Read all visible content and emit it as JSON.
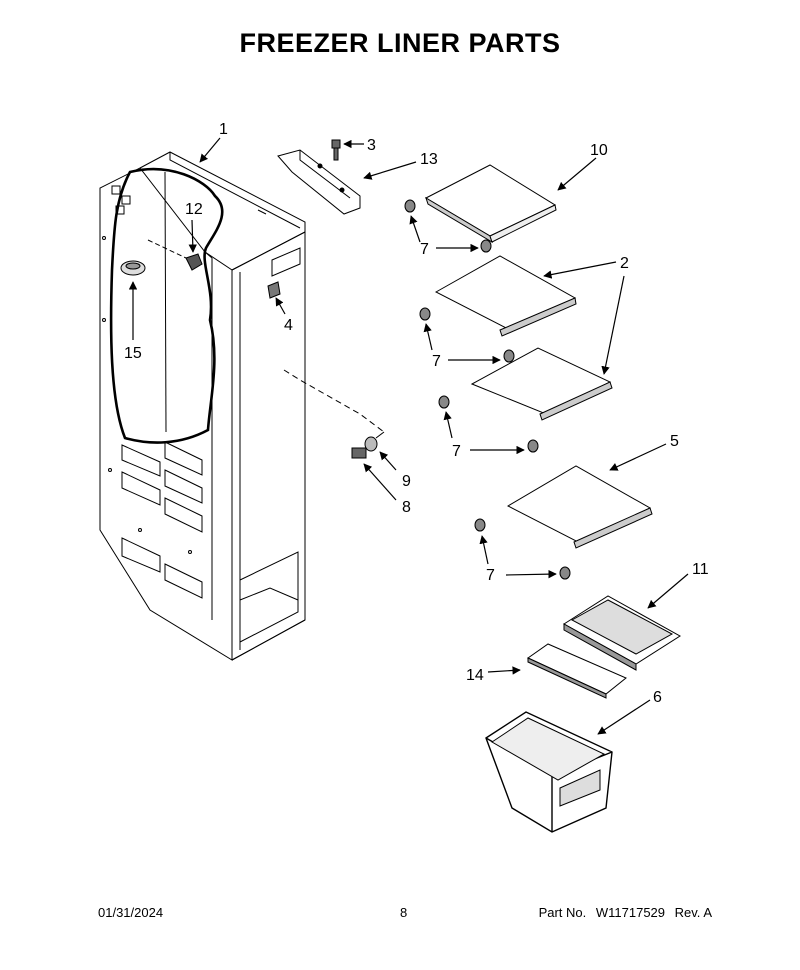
{
  "title": "FREEZER LINER PARTS",
  "callouts": [
    "1",
    "2",
    "3",
    "4",
    "5",
    "6",
    "7",
    "7",
    "7",
    "7",
    "8",
    "9",
    "10",
    "11",
    "12",
    "13",
    "14",
    "15"
  ],
  "footer": {
    "date": "01/31/2024",
    "page": "8",
    "part_label": "Part No.",
    "part_number": "W11717529",
    "revision": "Rev. A"
  }
}
